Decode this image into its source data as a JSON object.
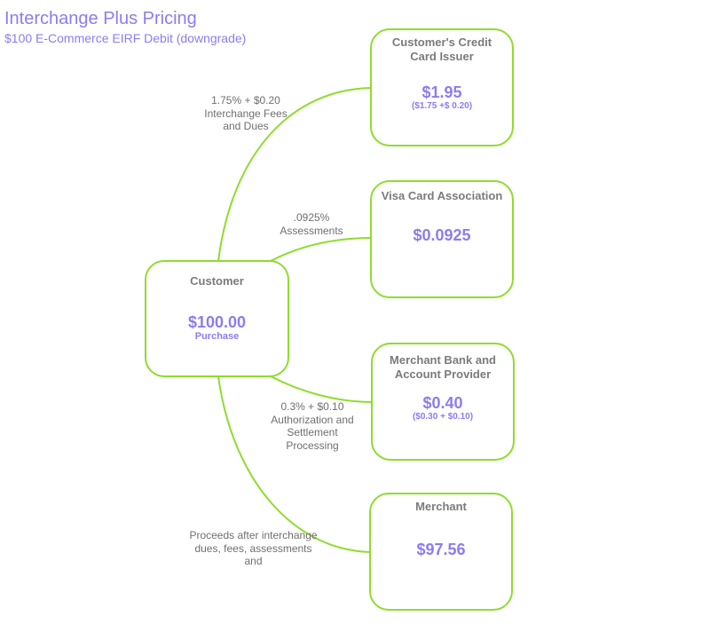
{
  "header": {
    "title": "Interchange Plus Pricing",
    "subtitle": "$100 E-Commerce EIRF Debit (downgrade)"
  },
  "colors": {
    "accent_purple": "#8c7cf0",
    "connector_green": "#8fdc2d",
    "label_gray": "#7b7b7b"
  },
  "nodes": {
    "customer": {
      "name": "Customer",
      "amount": "$100.00",
      "detail": "Purchase"
    },
    "issuer": {
      "name": "Customer's Credit Card Issuer",
      "amount": "$1.95",
      "detail": "($1.75 +$ 0.20)"
    },
    "visa": {
      "name": "Visa Card Association",
      "amount": "$0.0925",
      "detail": ""
    },
    "merchant_bank": {
      "name": "Merchant Bank and Account Provider",
      "amount": "$0.40",
      "detail": "($0.30 + $0.10)"
    },
    "merchant": {
      "name": "Merchant",
      "amount": "$97.56",
      "detail": ""
    }
  },
  "edges": {
    "interchange": "1.75% + $0.20 Interchange Fees and Dues",
    "assessments": ".0925% Assessments",
    "processing": "0.3% + $0.10 Authorization and Settlement Processing",
    "proceeds": "Proceeds after interchange dues, fees, assessments and"
  }
}
